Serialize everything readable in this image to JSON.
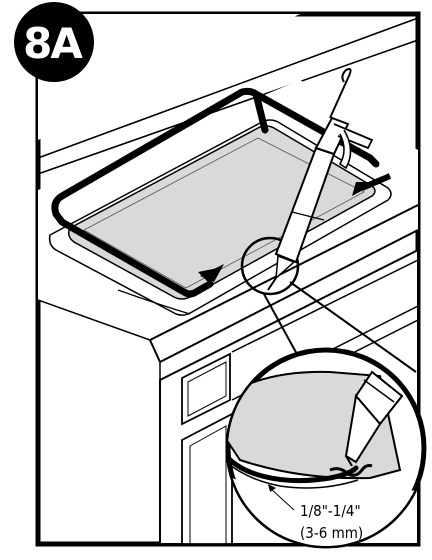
{
  "step": {
    "label": "8A"
  },
  "callout": {
    "dimension_inches": "1/8\"-1/4\"",
    "dimension_mm": "(3-6 mm)"
  },
  "icons": {
    "caulk_gun": "caulk-gun-icon",
    "direction_arrows": "arrow-icon"
  },
  "colors": {
    "line": "#000000",
    "background": "#ffffff",
    "sink_fill": "#d9d9d9",
    "badge": "#000000",
    "badge_text": "#ffffff"
  }
}
